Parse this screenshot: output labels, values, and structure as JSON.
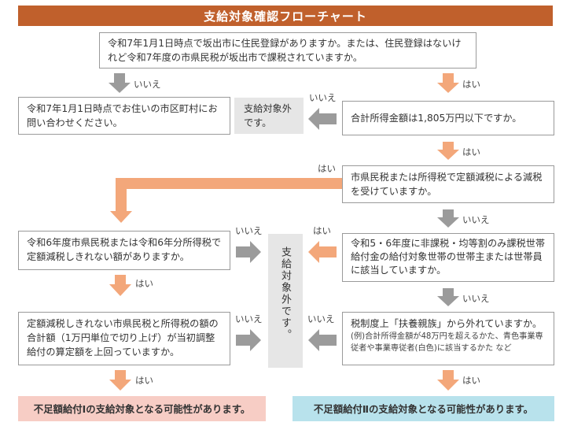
{
  "title": "支給対象確認フローチャート",
  "nodes": {
    "q_residence": "令和7年1月1日時点で坂出市に住民登録がありますか。または、住民登録はないけれど令和7年度の市県民税が坂出市で課税されていますか。",
    "contact_municipality": "令和7年1月1日時点でお住いの市区町村にお問い合わせください。",
    "not_eligible_small": "支給対象外です。",
    "q_income": "合計所得金額は1,805万円以下ですか。",
    "q_reduction": "市県民税または所得税で定額減税による減税を受けていますか。",
    "q_nontaxable": "令和5・6年度に非課税・均等割のみ課税世帯給付金の給付対象世帯の世帯主または世帯員に該当していますか。",
    "q_dependent": "税制度上「扶養親族」から外れていますか。",
    "q_dependent_note": "(例)合計所得金額が48万円を超えるかた、青色事業専従者や事業専従者(白色)に該当するかた など",
    "q_unfinished": "令和6年度市県民税または令和6年分所得税で定額減税しきれない額がありますか。",
    "q_compare": "定額減税しきれない市県民税と所得税の額の合計額（1万円単位で切り上げ）が当初調整給付の算定額を上回っていますか。",
    "not_eligible_center": "支給対象外です。",
    "result_1": "不足額給付Ⅰの支給対象となる可能性があります。",
    "result_2": "不足額給付Ⅱの支給対象となる可能性があります。"
  },
  "labels": {
    "yes": "はい",
    "no": "いいえ"
  },
  "colors": {
    "title_bg": "#c0602c",
    "orange_arrow": "#f3a77a",
    "gray_arrow": "#9b9b9b",
    "result_1_bg": "#f7cdc5",
    "result_2_bg": "#b8e2ec",
    "gray_box": "#e6e6e6"
  }
}
